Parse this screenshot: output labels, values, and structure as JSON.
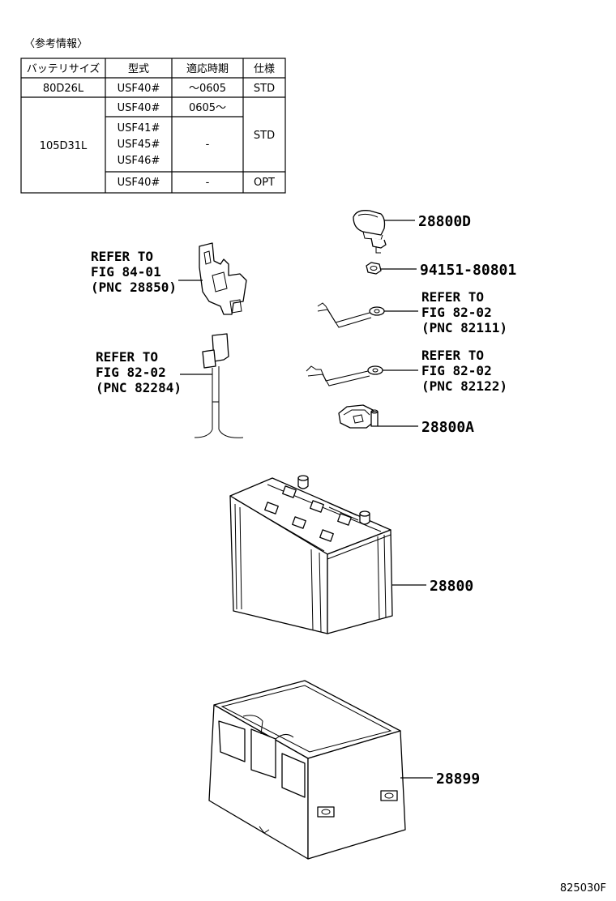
{
  "info_heading": "〈参考情報〉",
  "table": {
    "headers": [
      "バッテリサイズ",
      "型式",
      "適応時期",
      "仕様"
    ],
    "rows": [
      {
        "size": "80D26L",
        "models": [
          "USF40#"
        ],
        "period": "～0605",
        "spec": "STD"
      },
      {
        "size": "105D31L",
        "models": [
          "USF40#"
        ],
        "period": "0605～",
        "spec": ""
      },
      {
        "size": "",
        "models": [
          "USF41#",
          "USF45#",
          "USF46#"
        ],
        "period": "-",
        "spec": "STD"
      },
      {
        "size": "",
        "models": [
          "USF40#"
        ],
        "period": "-",
        "spec": "OPT"
      }
    ]
  },
  "callouts": {
    "cover": "28800D",
    "nut": "94151-80801",
    "battery": "28800",
    "clamp": "28800A",
    "tray": "28899"
  },
  "refs": {
    "ref1": [
      "REFER TO",
      "FIG 84-01",
      "(PNC 28850)"
    ],
    "ref2": [
      "REFER TO",
      "FIG 82-02",
      "(PNC 82284)"
    ],
    "ref3": [
      "REFER TO",
      "FIG 82-02",
      "(PNC 82111)"
    ],
    "ref4": [
      "REFER TO",
      "FIG 82-02",
      "(PNC 82122)"
    ]
  },
  "figure_code": "825030F"
}
